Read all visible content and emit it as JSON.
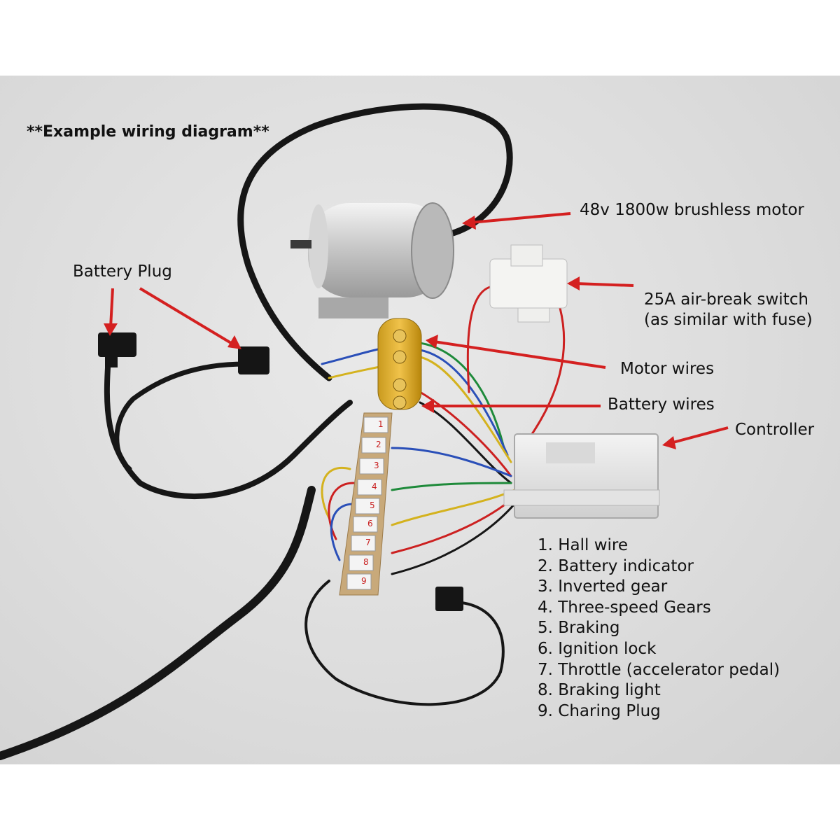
{
  "title": "**Example wiring diagram**",
  "labels": {
    "motor": "48v 1800w brushless motor",
    "switch_line1": "25A air-break switch",
    "switch_line2": "(as similar with fuse)",
    "motor_wires": "Motor wires",
    "battery_wires": "Battery wires",
    "controller": "Controller",
    "battery_plug": "Battery Plug"
  },
  "legend": [
    "1. Hall wire",
    "2. Battery indicator",
    "3. Inverted gear",
    "4. Three-speed Gears",
    "5. Braking",
    "6. Ignition lock",
    "7. Throttle (accelerator pedal)",
    "8. Braking light",
    "9. Charing Plug"
  ],
  "connector_numbers": [
    "1",
    "2",
    "3",
    "4",
    "5",
    "6",
    "7",
    "8",
    "9"
  ],
  "colors": {
    "arrow": "#d42020",
    "background": "#dddddd",
    "cable": "#161616"
  }
}
